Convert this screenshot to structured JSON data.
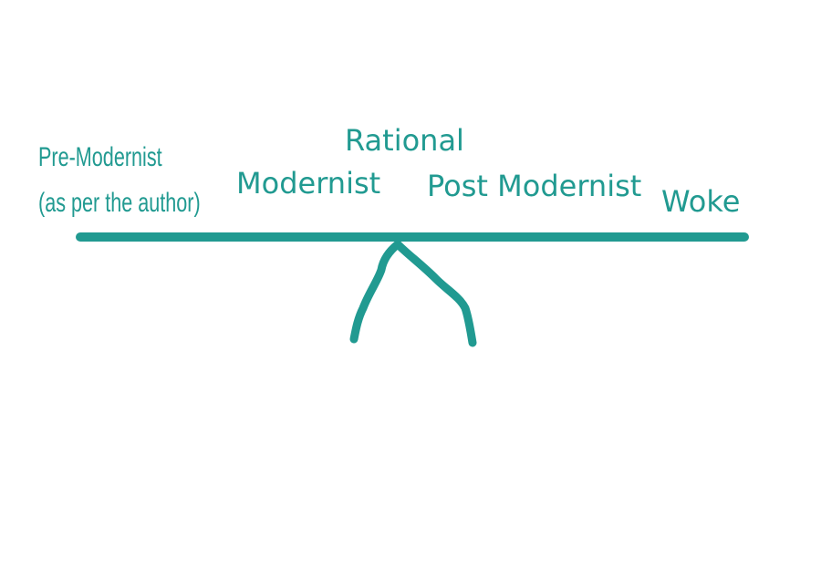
{
  "colors": {
    "ink": "#219a91",
    "background": "#ffffff"
  },
  "labels": {
    "pre_modernist_line1": "Pre-Modernist",
    "pre_modernist_line2": "(as per the author)",
    "rational": "Rational",
    "modernist": "Modernist",
    "post_modernist": "Post Modernist",
    "woke": "Woke"
  }
}
